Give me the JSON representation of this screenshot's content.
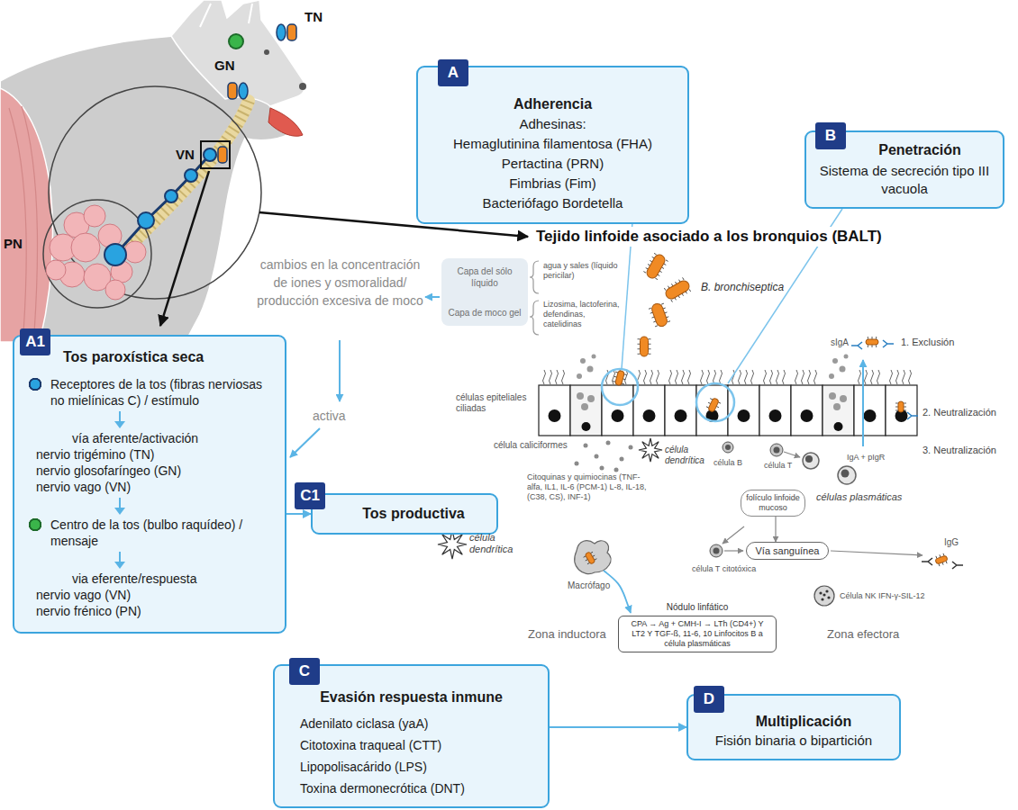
{
  "diagram": {
    "nodes": [
      {
        "text": [
          "Adherencia",
          "Adhesinas:",
          "Hemaglutinina filamentosa (FHA)",
          "Pertactina (PRN)",
          "Fimbrias (Fim)",
          "Bacteriófago Bordetella"
        ]
      },
      {
        "text": [
          "A"
        ],
        "in": 0
      },
      {
        "text": [
          "Penetración",
          "Sistema de secreción tipo III vacuola"
        ]
      },
      {
        "text": [
          "B"
        ],
        "in": 2
      },
      {
        "text": [
          "Tos paroxística seca",
          "Receptores de la tos (fibras nerviosas no mielínicas C) / estímulo",
          "vía aferente/activación",
          "nervio trigémino (TN)",
          "nervio glosofaríngeo (GN)",
          "nervio vago (VN)",
          "Centro de la tos (bulbo raquídeo) / mensaje",
          "via eferente/respuesta",
          "nervio vago (VN)",
          "nervio frénico (PN)"
        ]
      },
      {
        "text": [
          "A1"
        ],
        "in": 4
      },
      {
        "text": [
          "Tos productiva"
        ]
      },
      {
        "text": [
          "C1"
        ],
        "in": 6
      },
      {
        "text": [
          "Evasión respuesta inmune",
          "Adenilato ciclasa (yaA)",
          "Citotoxina traqueal (CTT)",
          "Lipopolisacárido (LPS)",
          "Toxina dermonecrótica (DNT)"
        ]
      },
      {
        "text": [
          "C"
        ],
        "in": 8
      },
      {
        "text": [
          "Multiplicación",
          "Fisión binaria o bipartición"
        ]
      },
      {
        "text": [
          "D"
        ],
        "in": 10
      },
      {
        "text": [
          "Capa del sólo líquido",
          "Capa de moco gel"
        ]
      },
      {
        "text": [
          "folículo linfoide mucoso"
        ]
      },
      {
        "text": [
          "Vía sanguínea"
        ]
      },
      {
        "text": [
          "Nódulo linfático",
          "CPA → Ag + CMH-I → LTh (CD4+) Y LT2 Y TGF-ß, 11-6, 10 Linfocitos B a célula plasmáticas"
        ]
      }
    ],
    "edges": [
      {
        "from": 4,
        "to": 6,
        "arrow": "to"
      },
      {
        "from": 8,
        "to": 10,
        "arrow": "to"
      },
      {
        "from": 13,
        "to": 14,
        "arrow": "to"
      }
    ],
    "labels": [
      "TN",
      "GN",
      "VN",
      "PN",
      "Tejido linfoide asociado a los bronquios (BALT)",
      "B. bronchiseptica",
      "agua y sales (líquido pericilar)",
      "Lizosima, lactoferina, defendinas, catelidinas",
      "cambios en la concentración de iones y osmoralidad/ producción excesiva de moco",
      "activa",
      "sIgA",
      "1. Exclusión",
      "células epiteliales ciliadas",
      "2. Neutralización",
      "célula caliciformes",
      "IgA + pIgR",
      "3. Neutralización",
      "célula dendrítica",
      "célula B",
      "célula T",
      "Citoquinas y quimiocinas (TNF-alfa, IL1, IL-6 (PCM-1) L-8, IL-18, (C38, CS), INF-1)",
      "células plasmáticas",
      "célula dendrítica",
      "célula T citotóxica",
      "IgG",
      "Macrófago",
      "Célula NK IFN-γ-SIL-12",
      "Zona inductora",
      "Zona efectora"
    ]
  }
}
